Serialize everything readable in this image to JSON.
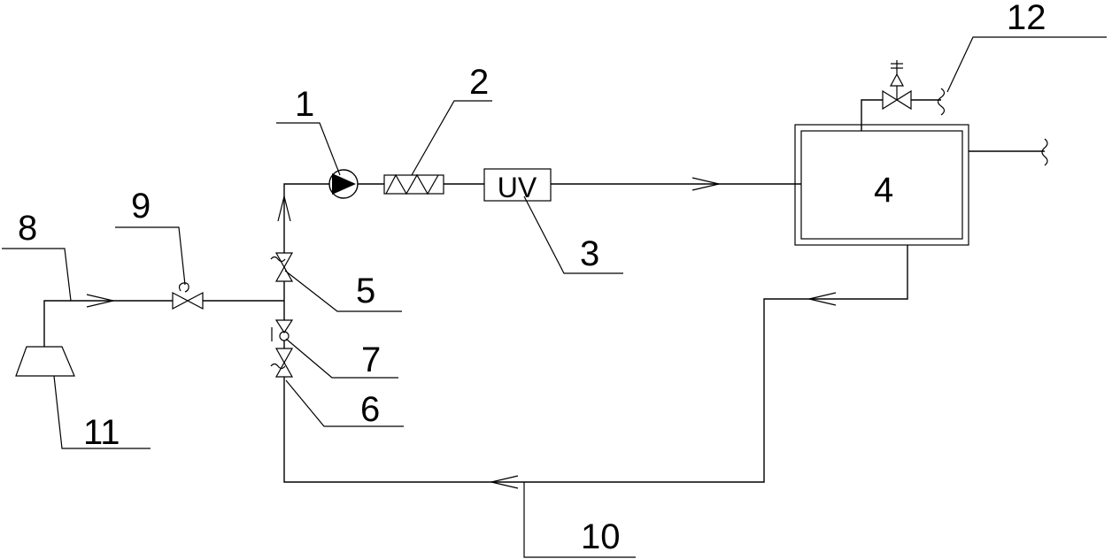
{
  "components": {
    "pump": "1",
    "heater": "2",
    "uv_unit": "3",
    "tank": "4",
    "valve_upper": "5",
    "valve_lower": "6",
    "check_valve": "7",
    "inlet": "8",
    "inlet_valve": "9",
    "return_line": "10",
    "source_unit": "11",
    "vent_valve": "12"
  },
  "uv_text": "UV"
}
